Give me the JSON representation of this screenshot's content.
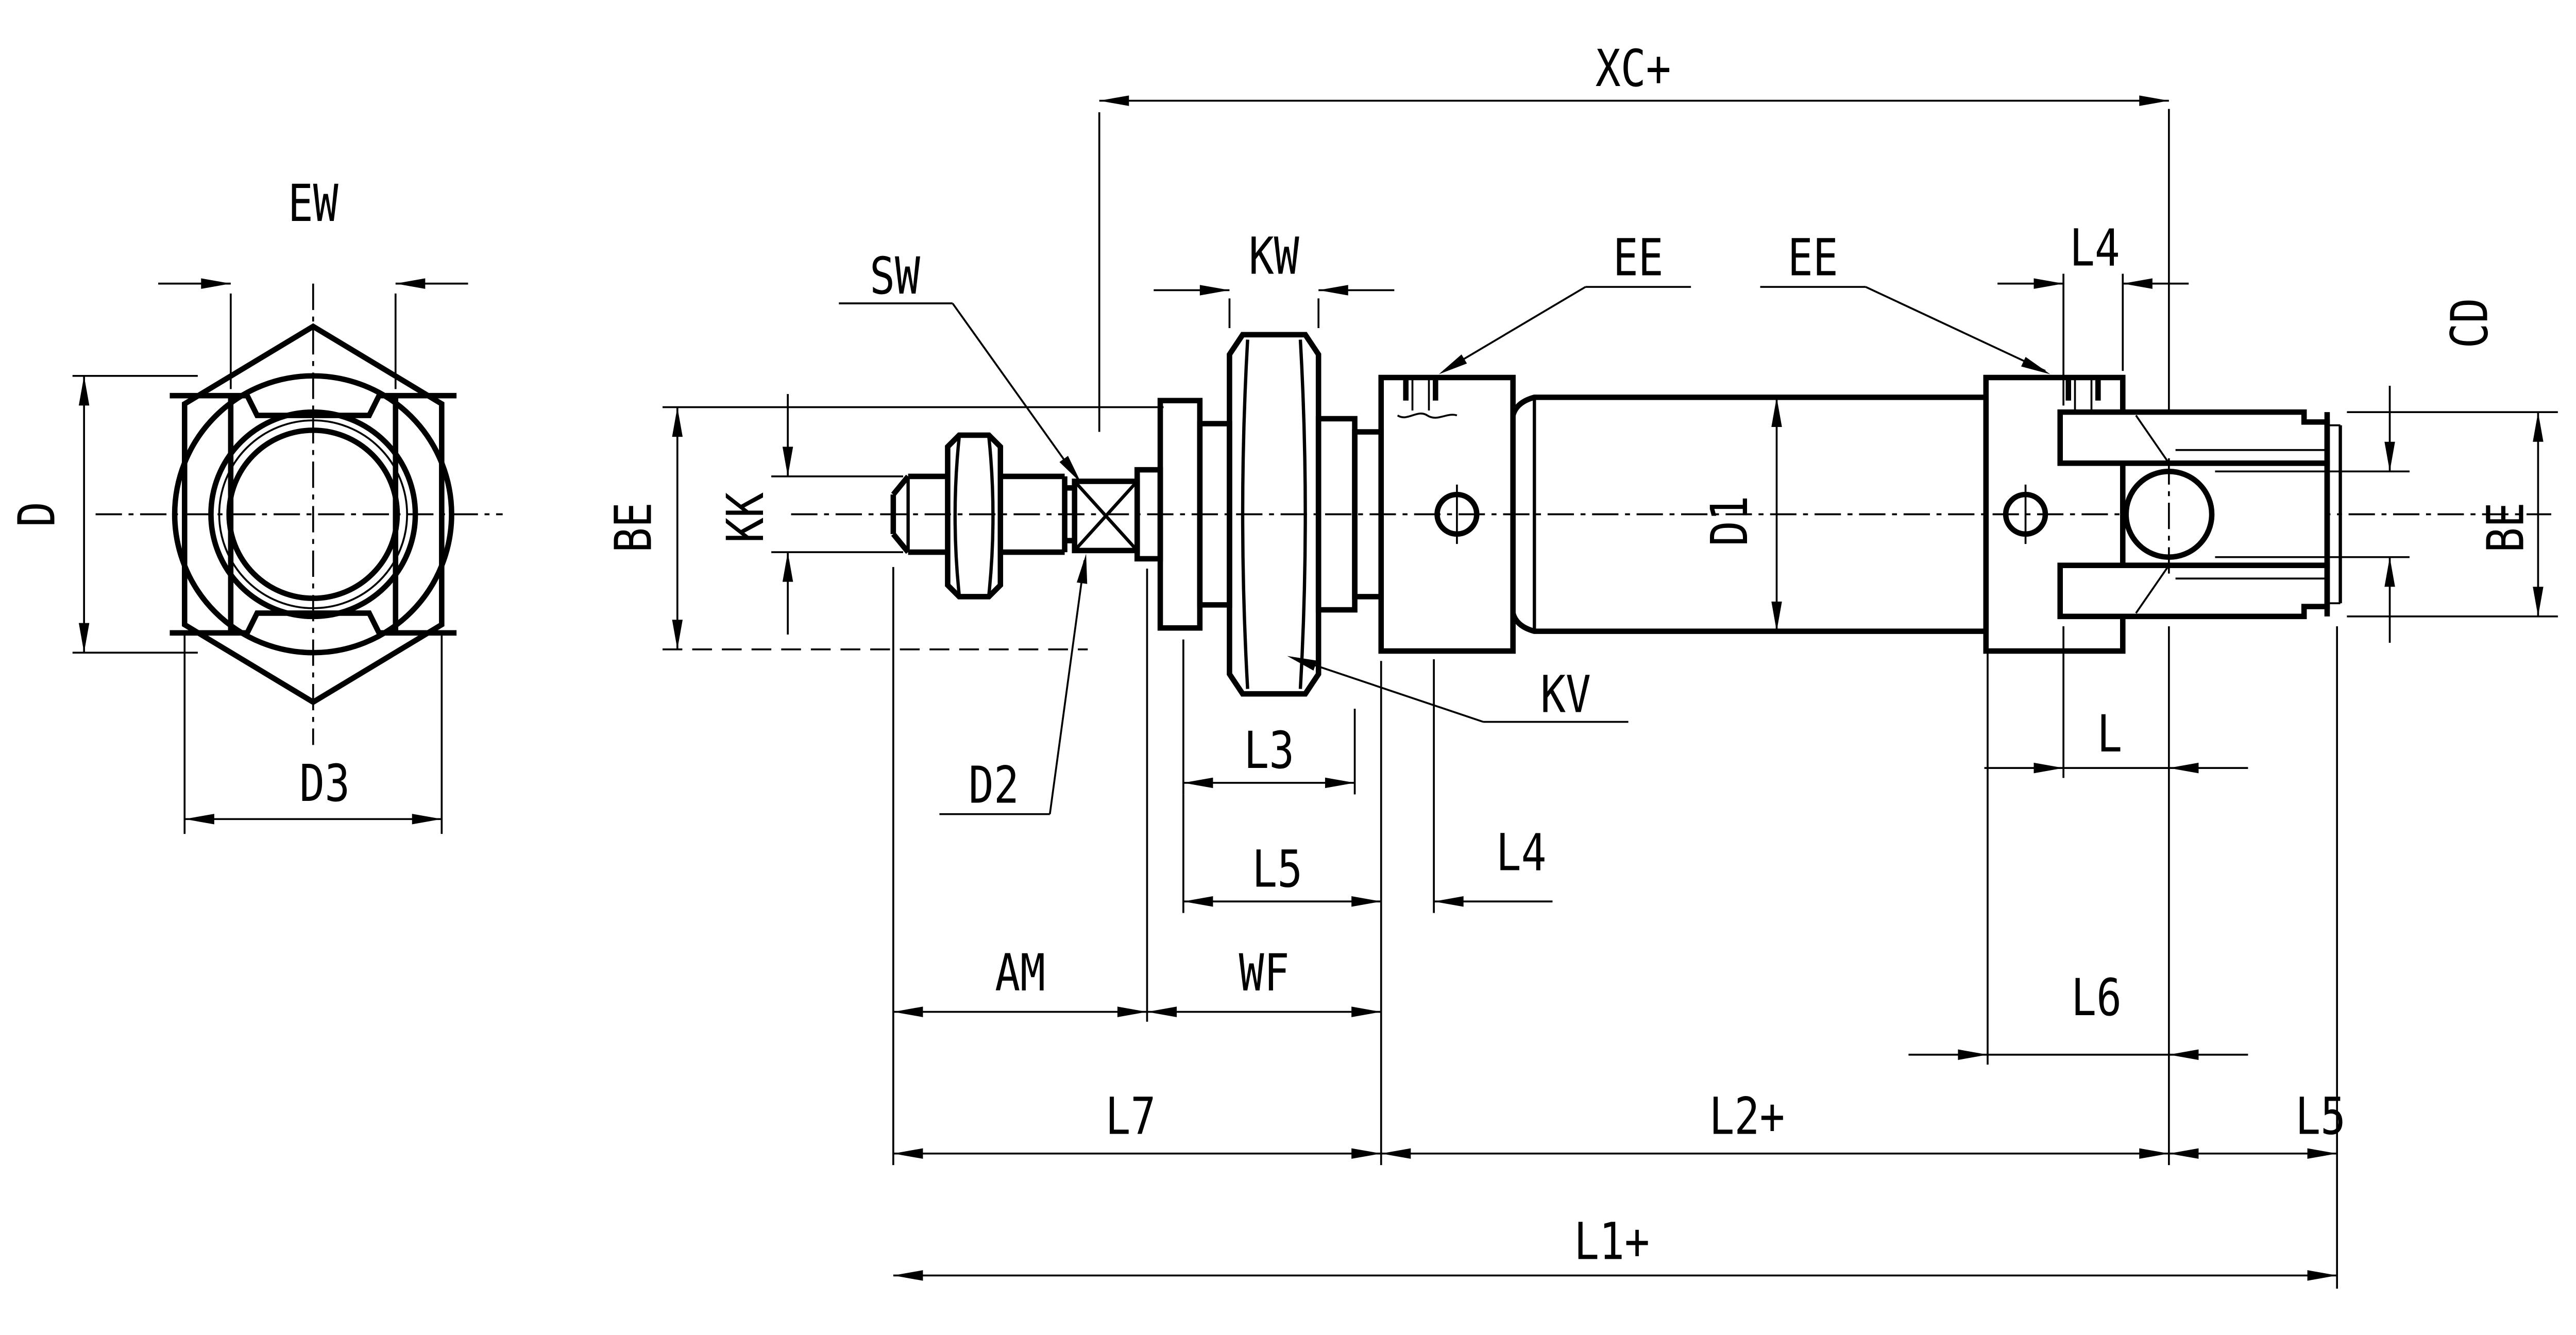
{
  "drawing": {
    "kind": "technical-dimension-drawing",
    "subject": "round-body pneumatic cylinder, side view with rear clevis and front end view",
    "background": "#ffffff",
    "line_color": "#000000",
    "labels": {
      "xc": "XC+",
      "ew": "EW",
      "d": "D",
      "d3": "D3",
      "sw": "SW",
      "kk": "KK",
      "be_left": "BE",
      "d2": "D2",
      "kw": "KW",
      "l3": "L3",
      "kv": "KV",
      "l5_mid": "L5",
      "l4_mid": "L4",
      "am": "AM",
      "wf": "WF",
      "ee_left": "EE",
      "ee_right": "EE",
      "d1": "D1",
      "l4_top": "L4",
      "cd": "CD",
      "be_right": "BE",
      "l": "L",
      "l6": "L6",
      "l7": "L7",
      "l2": "L2+",
      "l5_right": "L5",
      "l1": "L1+"
    }
  }
}
